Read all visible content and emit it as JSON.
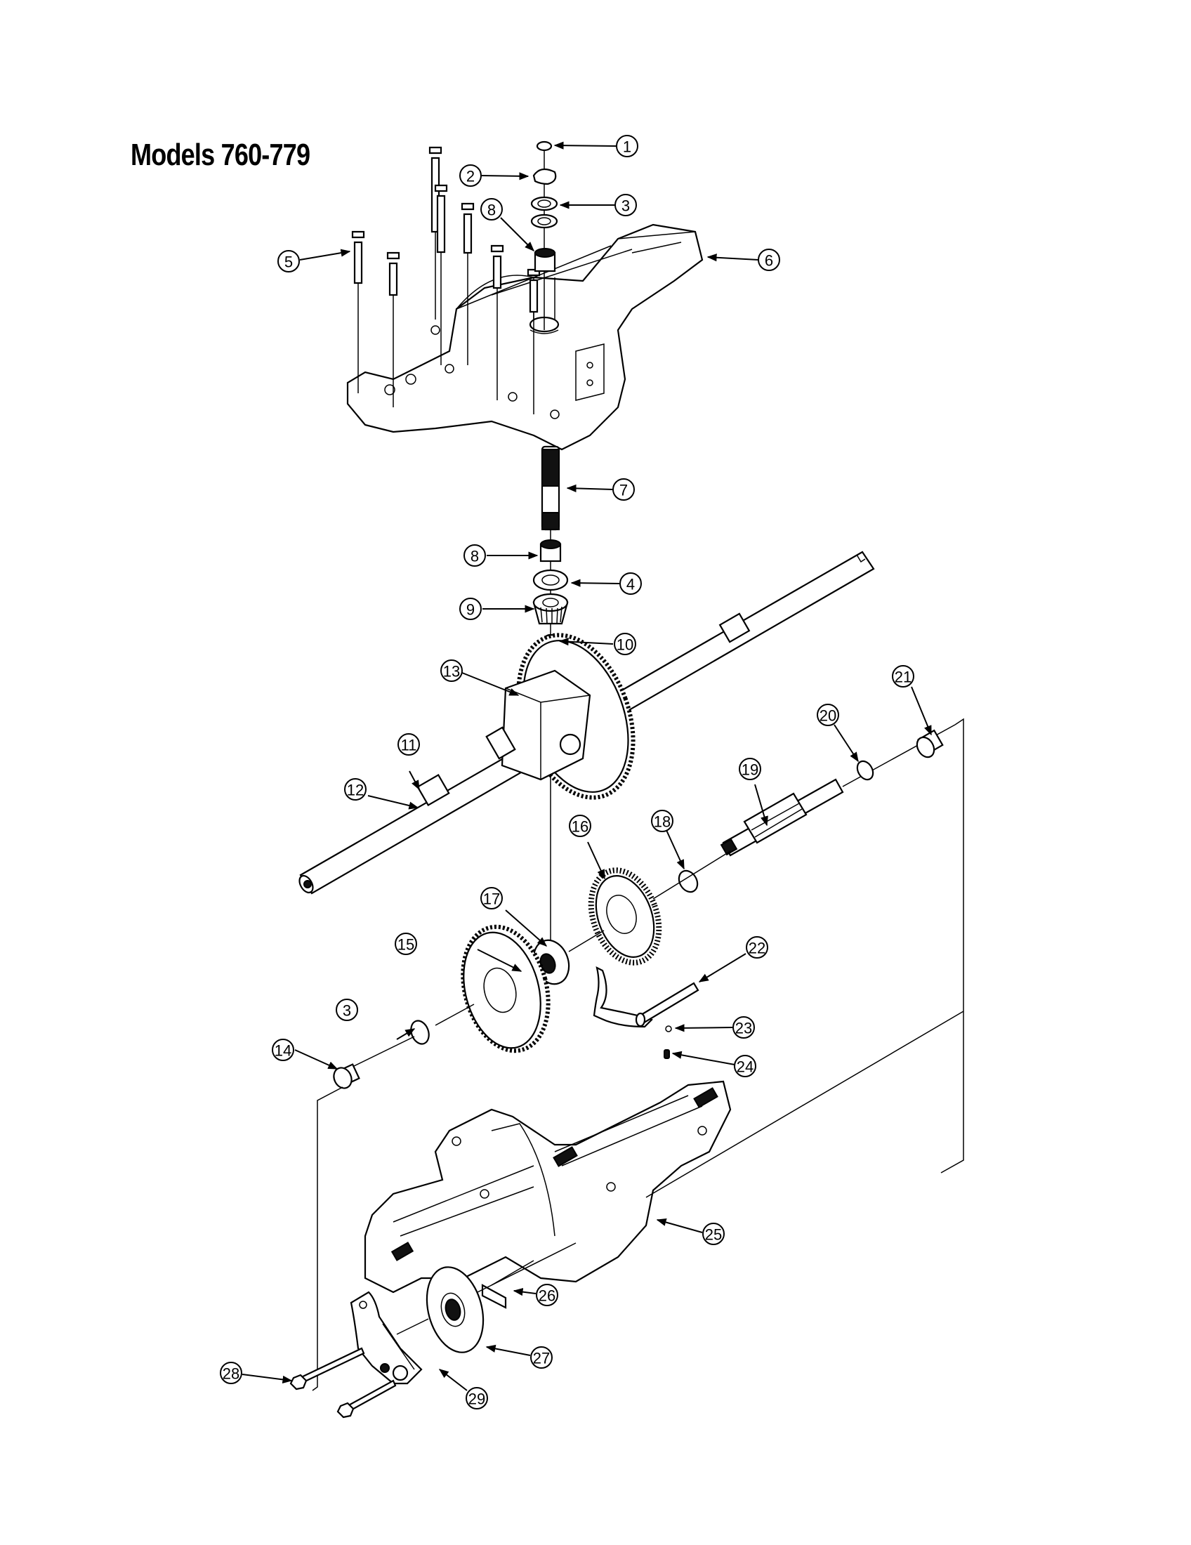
{
  "title": "Models 760-779",
  "callouts": [
    {
      "id": "1",
      "label": "1"
    },
    {
      "id": "2",
      "label": "2"
    },
    {
      "id": "3a",
      "label": "3"
    },
    {
      "id": "3b",
      "label": "3"
    },
    {
      "id": "4",
      "label": "4"
    },
    {
      "id": "5",
      "label": "5"
    },
    {
      "id": "6",
      "label": "6"
    },
    {
      "id": "7",
      "label": "7"
    },
    {
      "id": "8a",
      "label": "8"
    },
    {
      "id": "8b",
      "label": "8"
    },
    {
      "id": "9",
      "label": "9"
    },
    {
      "id": "10",
      "label": "10"
    },
    {
      "id": "11",
      "label": "11"
    },
    {
      "id": "12",
      "label": "12"
    },
    {
      "id": "13",
      "label": "13"
    },
    {
      "id": "14",
      "label": "14"
    },
    {
      "id": "15",
      "label": "15"
    },
    {
      "id": "16",
      "label": "16"
    },
    {
      "id": "17",
      "label": "17"
    },
    {
      "id": "18",
      "label": "18"
    },
    {
      "id": "19",
      "label": "19"
    },
    {
      "id": "20",
      "label": "20"
    },
    {
      "id": "21",
      "label": "21"
    },
    {
      "id": "22",
      "label": "22"
    },
    {
      "id": "23",
      "label": "23"
    },
    {
      "id": "24",
      "label": "24"
    },
    {
      "id": "25",
      "label": "25"
    },
    {
      "id": "26",
      "label": "26"
    },
    {
      "id": "27",
      "label": "27"
    },
    {
      "id": "28",
      "label": "28"
    },
    {
      "id": "29",
      "label": "29"
    }
  ]
}
